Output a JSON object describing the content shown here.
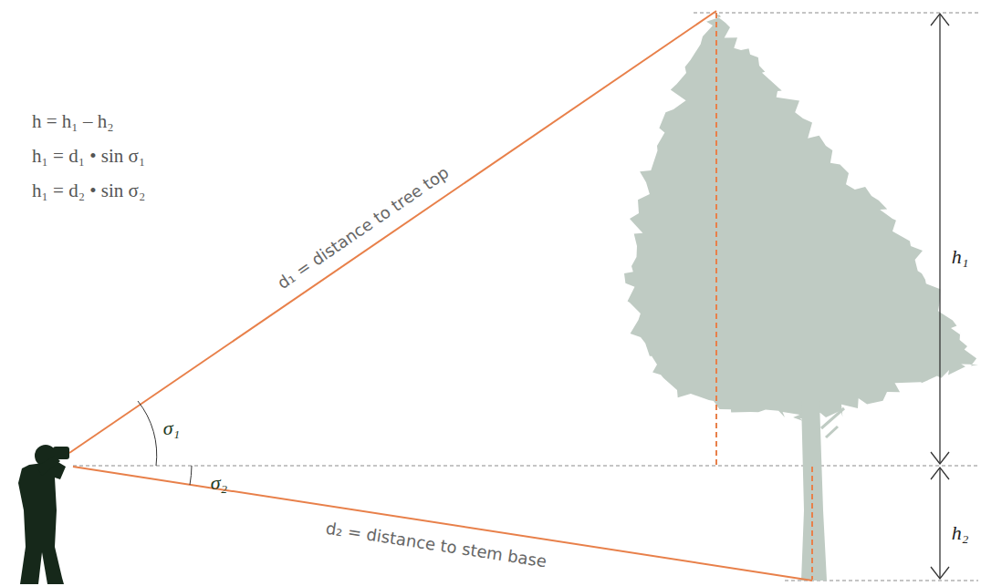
{
  "diagram": {
    "labels": [
      "h = h₁ – h₂",
      "h₁ = d₁ • sin σ₁",
      "h₁ = d₂ • sin σ₂",
      "d₁ = distance to tree top",
      "σ₁",
      "σ₂",
      "d₂ = distance to stem base",
      "h₁",
      "h₂"
    ]
  }
}
